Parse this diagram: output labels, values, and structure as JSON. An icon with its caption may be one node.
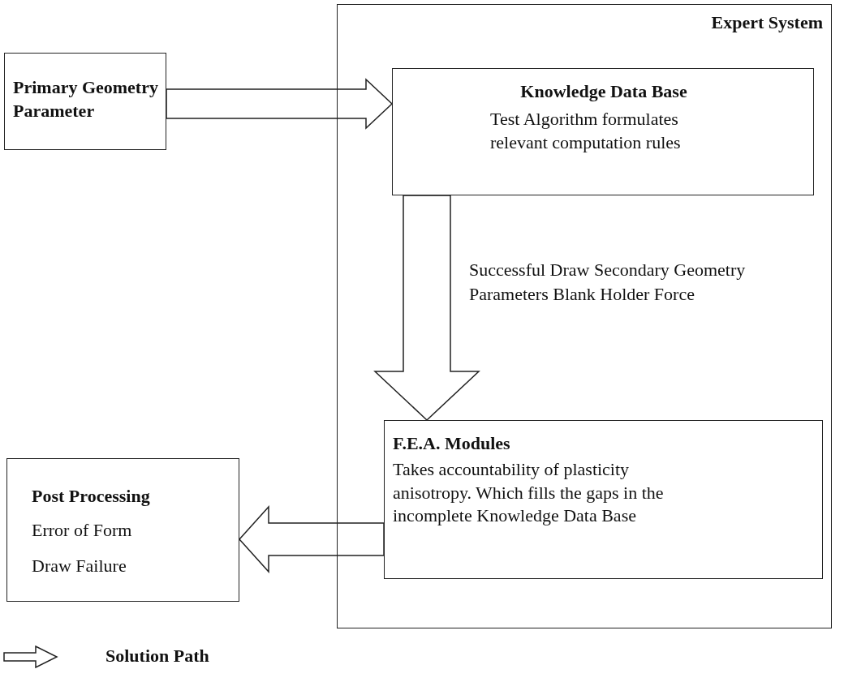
{
  "diagram": {
    "nodes": [
      {
        "text": [
          "Expert System"
        ]
      },
      {
        "text": [
          "Primary Geometry Parameter"
        ]
      },
      {
        "text": [
          "Knowledge Data Base",
          "Test Algorithm formulates relevant computation rules"
        ],
        "in": 0
      },
      {
        "text": [
          "F.E.A. Modules",
          "Takes accountability of plasticity anisotropy. Which fills the gaps in the incomplete Knowledge Data Base"
        ],
        "in": 0
      },
      {
        "text": [
          "Post Processing",
          "Error of Form",
          "Draw Failure"
        ]
      }
    ],
    "edges": [
      {
        "from": 1,
        "to": 2,
        "arrow": "to"
      },
      {
        "from": 2,
        "to": 3,
        "arrow": "to",
        "label": "Successful Draw Secondary Geometry Parameters Blank Holder Force"
      },
      {
        "from": 3,
        "to": 4,
        "arrow": "to"
      }
    ],
    "legend": [
      {
        "text": "Solution Path"
      }
    ]
  }
}
